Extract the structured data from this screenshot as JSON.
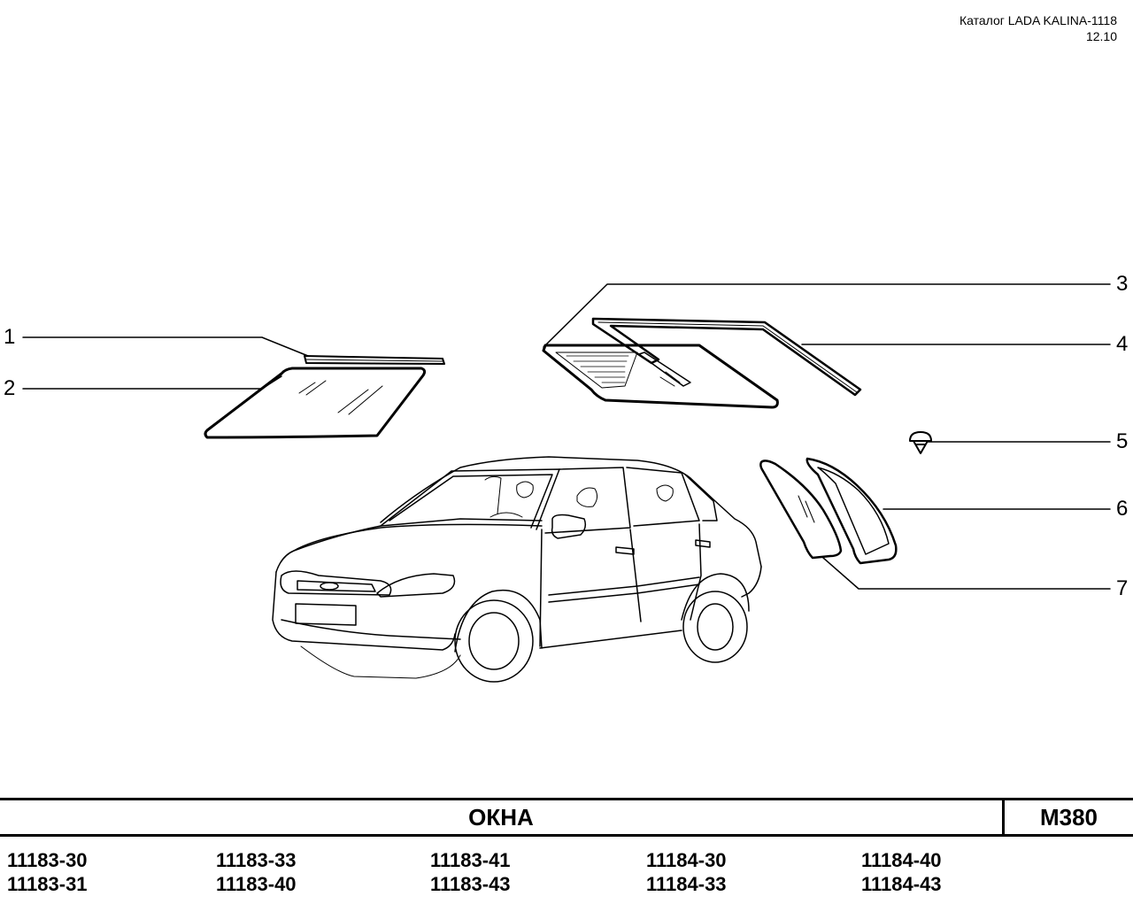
{
  "header": {
    "catalog": "Каталог LADA KALINA-1118",
    "date": "12.10"
  },
  "callouts": [
    "1",
    "2",
    "3",
    "4",
    "5",
    "6",
    "7"
  ],
  "title": {
    "name": "ОКНА",
    "code": "М380"
  },
  "models": [
    [
      "11183-30",
      "11183-31"
    ],
    [
      "11183-33",
      "11183-40"
    ],
    [
      "11183-41",
      "11183-43"
    ],
    [
      "11184-30",
      "11184-33"
    ],
    [
      "11184-40",
      "11184-43"
    ]
  ]
}
